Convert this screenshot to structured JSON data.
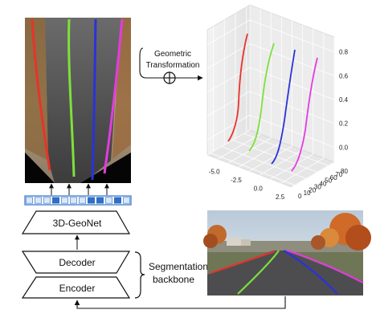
{
  "labels": {
    "geometric_transformation_line1": "Geometric",
    "geometric_transformation_line2": "Transformation",
    "geonet": "3D-GeoNet",
    "decoder": "Decoder",
    "encoder": "Encoder",
    "segmentation_line1": "Segmentation",
    "segmentation_line2": "backbone"
  },
  "plot3d": {
    "z_ticks": [
      "0.0",
      "0.2",
      "0.4",
      "0.6",
      "0.8"
    ],
    "y_ticks": [
      "0",
      "10",
      "20",
      "30",
      "40",
      "50",
      "60",
      "70",
      "80"
    ],
    "x_ticks": [
      "-5.0",
      "-2.5",
      "0.0",
      "2.5"
    ],
    "lane_colors": [
      "#e8332a",
      "#7ee03a",
      "#2a32d8",
      "#e23ce0"
    ]
  },
  "colors": {
    "lane_red": "#e8332a",
    "lane_green": "#7ee03a",
    "lane_blue": "#2a32d8",
    "lane_magenta": "#e23ce0",
    "feature_blue": "#2f6fc4"
  }
}
